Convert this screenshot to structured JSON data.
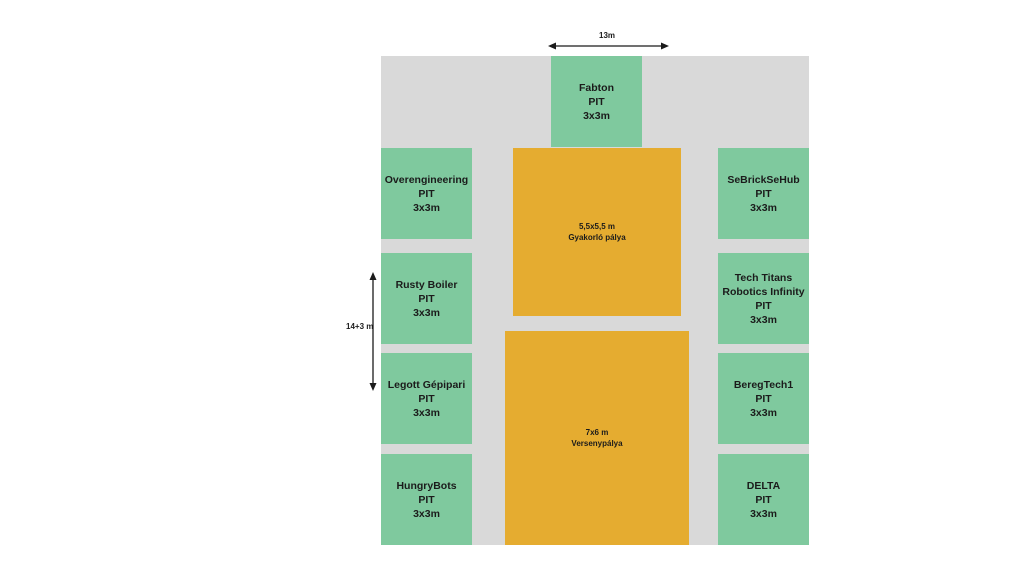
{
  "dimensions": {
    "width_label": "13m",
    "height_label": "14+3 m"
  },
  "pits": {
    "top": {
      "name": "Fabton",
      "type": "PIT",
      "size": "3x3m"
    },
    "left_1": {
      "name": "Overengineering",
      "type": "PIT",
      "size": "3x3m"
    },
    "left_2": {
      "name": "Rusty Boiler",
      "type": "PIT",
      "size": "3x3m"
    },
    "left_3": {
      "name": "Legott Gépipari",
      "type": "PIT",
      "size": "3x3m"
    },
    "left_4": {
      "name": "HungryBots",
      "type": "PIT",
      "size": "3x3m"
    },
    "right_1": {
      "name": "SeBrickSeHub",
      "type": "PIT",
      "size": "3x3m"
    },
    "right_2": {
      "name_line1": "Tech Titans",
      "name_line2": "Robotics Infinity",
      "type": "PIT",
      "size": "3x3m"
    },
    "right_3": {
      "name": "BeregTech1",
      "type": "PIT",
      "size": "3x3m"
    },
    "right_4": {
      "name": "DELTA",
      "type": "PIT",
      "size": "3x3m"
    }
  },
  "fields": {
    "practice": {
      "size": "5,5x5,5 m",
      "name": "Gyakorló pálya"
    },
    "competition": {
      "size": "7x6 m",
      "name": "Versenypálya"
    }
  },
  "colors": {
    "floor": "#d9d9d9",
    "pit": "#7fc99e",
    "field": "#e5ac30"
  }
}
